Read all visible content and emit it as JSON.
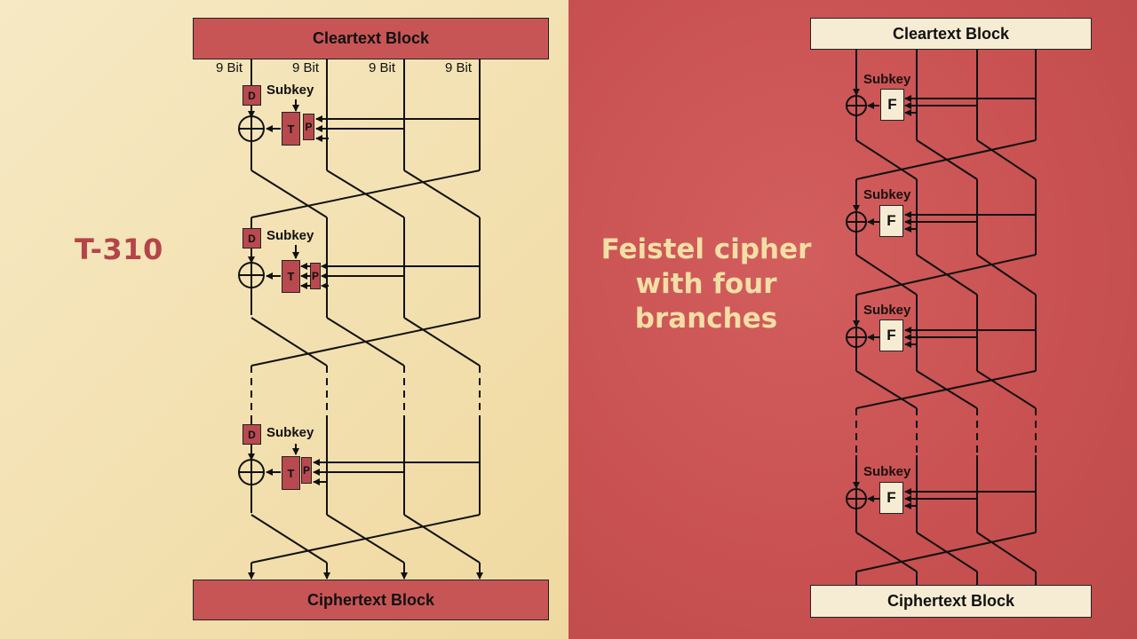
{
  "left": {
    "title": "T-310",
    "top_block": "Cleartext Block",
    "bottom_block": "Ciphertext Block",
    "bit_labels": [
      "9 Bit",
      "9 Bit",
      "9 Bit",
      "9 Bit"
    ],
    "rounds": [
      {
        "subkey": "Subkey",
        "d": "D",
        "t": "T",
        "p": "P"
      },
      {
        "subkey": "Subkey",
        "d": "D",
        "t": "T",
        "p": "P"
      },
      {
        "subkey": "Subkey",
        "d": "D",
        "t": "T",
        "p": "P"
      }
    ]
  },
  "right": {
    "title_lines": [
      "Feistel cipher",
      "with four",
      "branches"
    ],
    "top_block": "Cleartext Block",
    "bottom_block": "Ciphertext Block",
    "rounds": [
      {
        "subkey": "Subkey",
        "f": "F"
      },
      {
        "subkey": "Subkey",
        "f": "F"
      },
      {
        "subkey": "Subkey",
        "f": "F"
      },
      {
        "subkey": "Subkey",
        "f": "F"
      }
    ]
  },
  "colors": {
    "left_bg": "#f3e1b2",
    "right_bg": "#c85050",
    "left_block": "#c75555",
    "right_block": "#f6ecd3",
    "left_title": "#b3454a",
    "right_title": "#f3dfa6"
  }
}
